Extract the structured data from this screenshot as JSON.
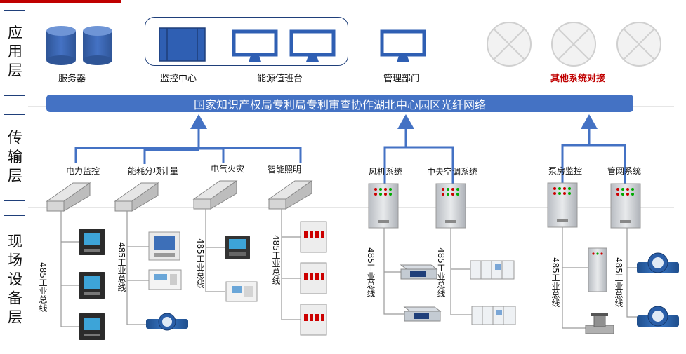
{
  "layers": {
    "application": "应用层",
    "transport": "传输层",
    "field": "现场设备层"
  },
  "app_layer": {
    "server_label": "服务器",
    "monitor_center_label": "监控中心",
    "energy_duty_label": "能源值班台",
    "management_label": "管理部门",
    "other_systems_label": "其他系统对接"
  },
  "network": {
    "label": "国家知识产权局专利局专利审查协作湖北中心园区光纤网络"
  },
  "subsystems": {
    "power_monitor": "电力监控",
    "energy_metering": "能耗分项计量",
    "fire": "电气火灾",
    "lighting": "智能照明",
    "fan": "风机系统",
    "hvac": "中央空调系统",
    "pump": "泵房监控",
    "pipe": "管网系统"
  },
  "bus_label": "485工业总线",
  "colors": {
    "accent": "#4472c4",
    "line": "#4472c4",
    "layer_border": "#1f3f7a",
    "red_label": "#c00000",
    "top_bar": "#c00000"
  }
}
